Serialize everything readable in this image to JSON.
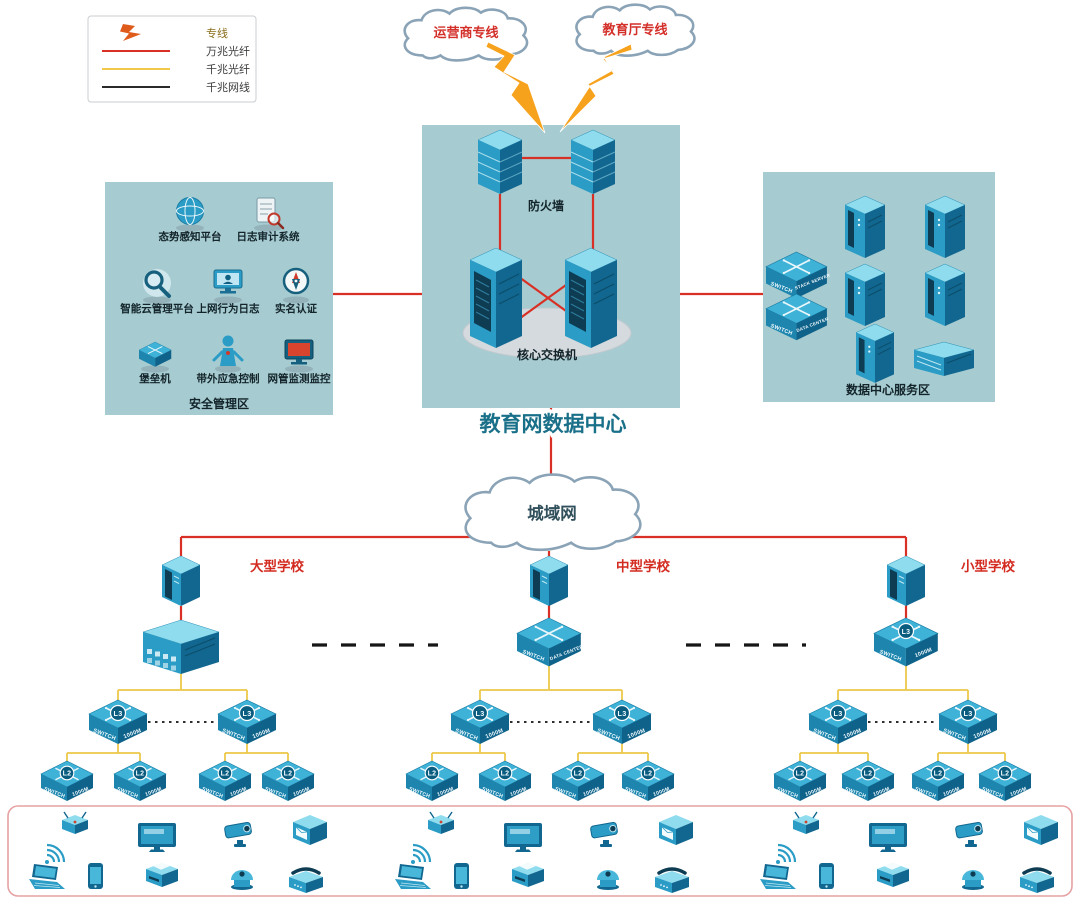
{
  "legend": {
    "items": [
      {
        "label": "专线"
      },
      {
        "label": "万兆光纤"
      },
      {
        "label": "千兆光纤"
      },
      {
        "label": "千兆网线"
      }
    ]
  },
  "clouds": {
    "isp": "运营商专线",
    "edu": "教育厅专线",
    "man": "城域网"
  },
  "data_center": {
    "title": "教育网数据中心",
    "firewall": "防火墙",
    "core_switch": "核心交换机"
  },
  "security_zone": {
    "title": "安全管理区",
    "items": [
      {
        "label": "态势感知平台"
      },
      {
        "label": "日志审计系统"
      },
      {
        "label": "智能云管理平台"
      },
      {
        "label": "上网行为日志"
      },
      {
        "label": "实名认证"
      },
      {
        "label": "堡垒机"
      },
      {
        "label": "带外应急控制"
      },
      {
        "label": "网管监测监控"
      }
    ]
  },
  "service_zone": {
    "title": "数据中心服务区",
    "stack_top_right": "STACK SERVER",
    "stack_bottom_right": "DATA CENTER"
  },
  "schools": [
    {
      "name": "大型学校"
    },
    {
      "name": "中型学校"
    },
    {
      "name": "小型学校"
    }
  ],
  "device_text": {
    "switch": "SWITCH",
    "speed": "1000M",
    "l3": "L3",
    "l2": "L2",
    "data_center": "DATA CENTER"
  },
  "colors": {
    "line_dedicated": "#f6a21c",
    "line_10g_fiber": "#d93025",
    "line_1g_fiber": "#edc84a",
    "line_1g_copper": "#2b2b2b",
    "zone_fill": "#a6cbd0",
    "school_label": "#d32b20"
  }
}
